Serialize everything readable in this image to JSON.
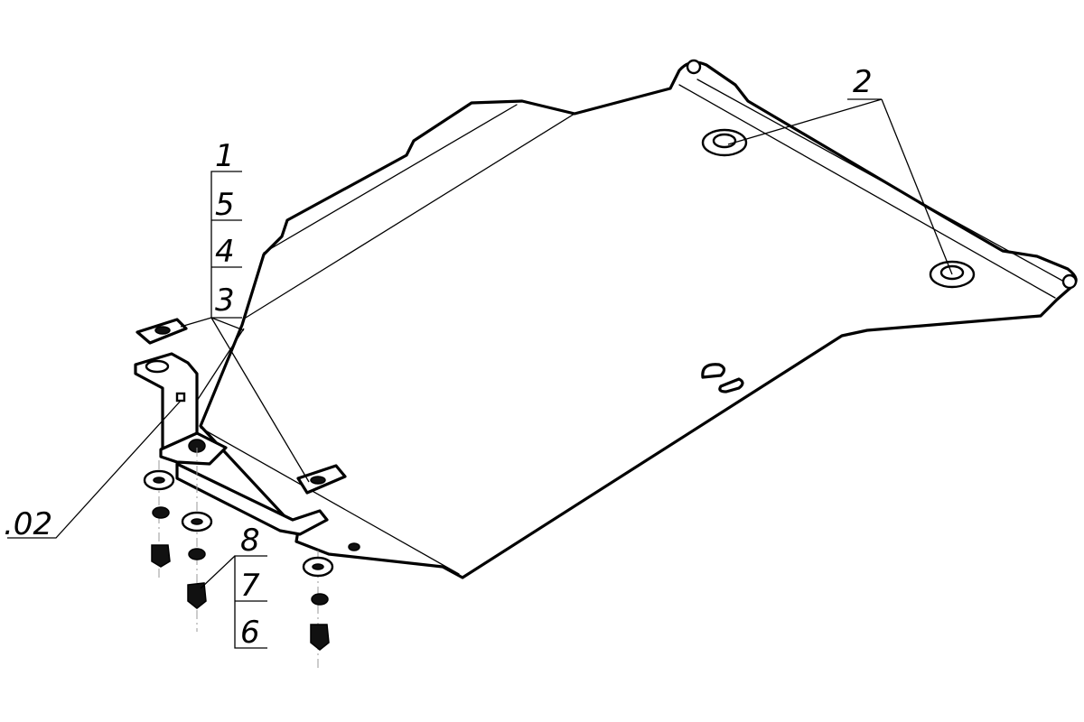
{
  "drawing": {
    "callouts": {
      "c1": "1",
      "c2": "2",
      "c3": "3",
      "c4": "4",
      "c5": "5",
      "c6": "6",
      "c7": "7",
      "c8": "8",
      "c02": ".02"
    }
  }
}
